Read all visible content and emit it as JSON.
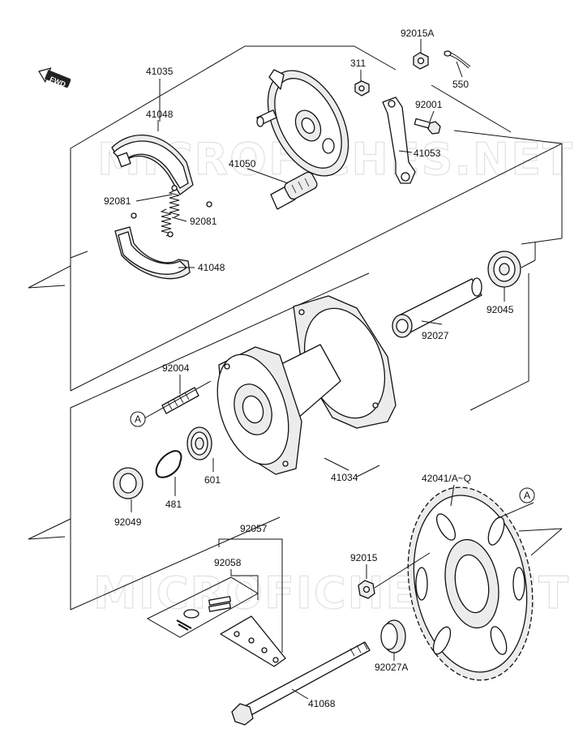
{
  "diagram": {
    "fwd_badge": "FWD",
    "watermark": "MICROFICHES.NET",
    "ref_marker": "A",
    "callouts": {
      "p41035": "41035",
      "p41048_top": "41048",
      "p41048_bottom": "41048",
      "p92081_left": "92081",
      "p92081_right": "92081",
      "p41050": "41050",
      "p311": "311",
      "p92015A": "92015A",
      "p550": "550",
      "p92001": "92001",
      "p41053": "41053",
      "p92045": "92045",
      "p92027": "92027",
      "p92004": "92004",
      "p601": "601",
      "p481": "481",
      "p92049": "92049",
      "p41034": "41034",
      "p42041": "42041/A~Q",
      "p92057": "92057",
      "p92058": "92058",
      "p92015": "92015",
      "p92027A": "92027A",
      "p41068": "41068"
    }
  }
}
